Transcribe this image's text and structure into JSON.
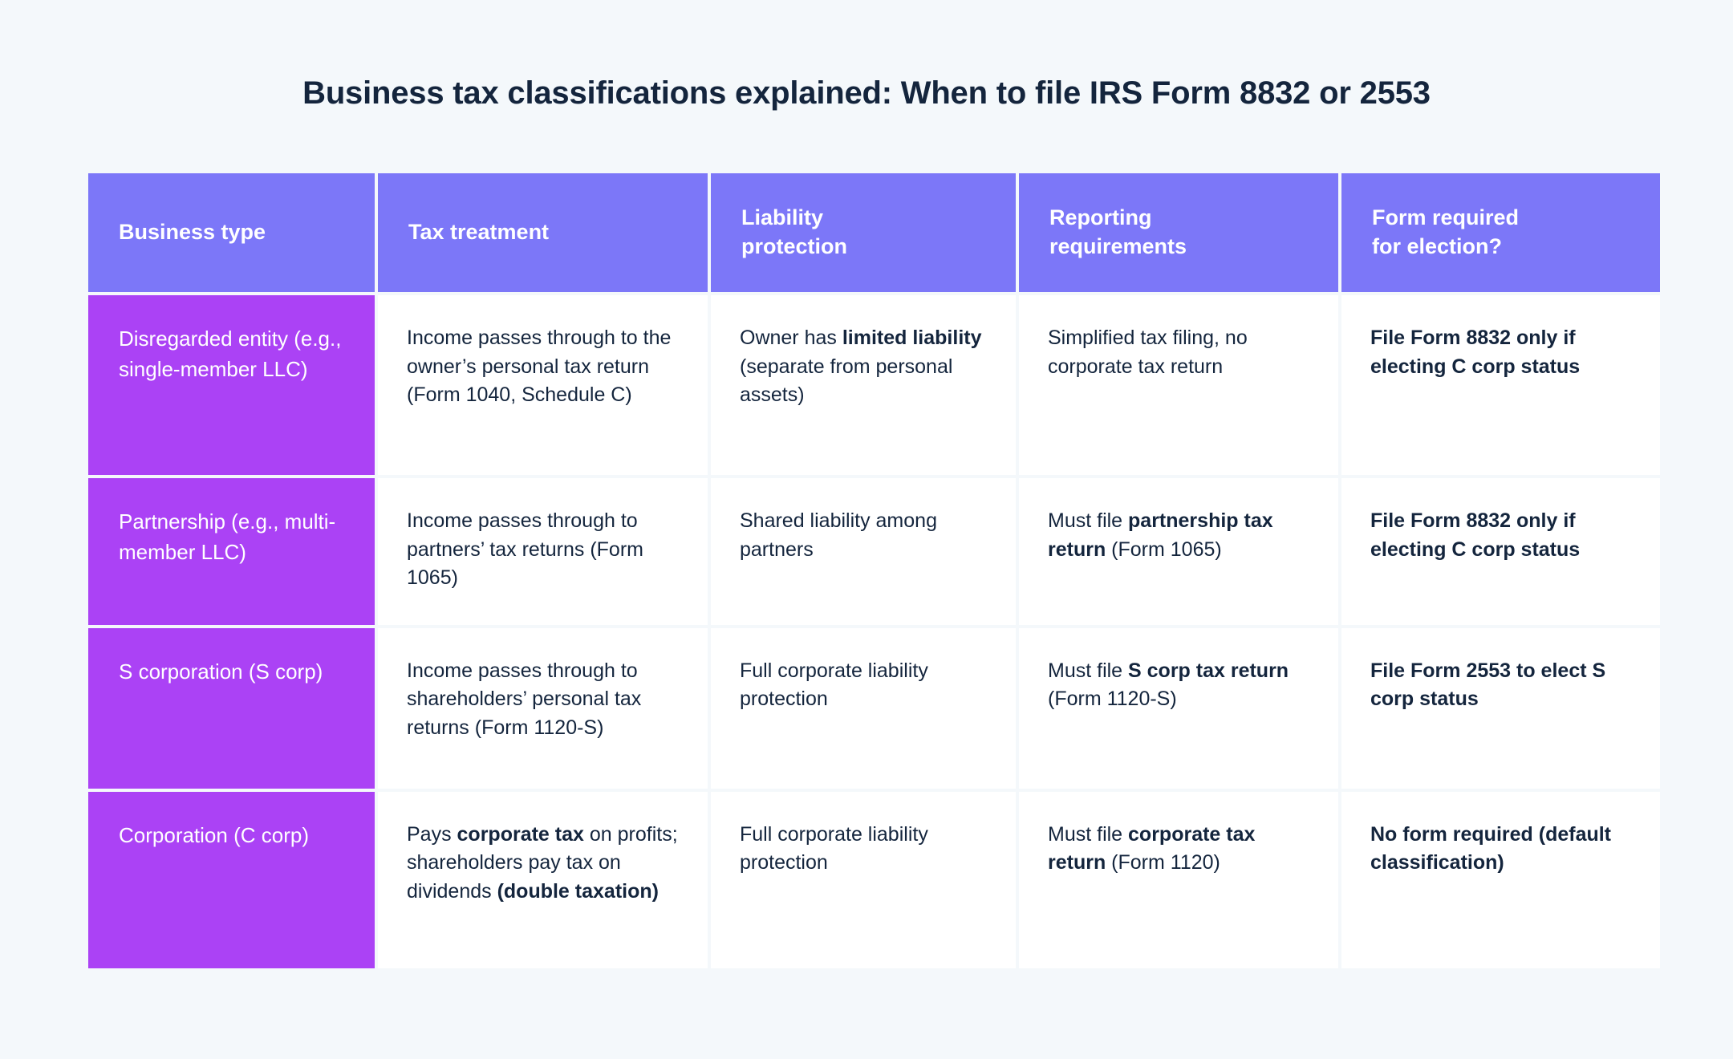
{
  "theme": {
    "background": "#f4f8fb",
    "header_purple": "#7c77f8",
    "row_label_violet": "#ab42f5",
    "text_navy": "#14253d",
    "cell_white": "#ffffff"
  },
  "page": {
    "title": "Business tax classifications explained: When to file IRS Form 8832 or 2553"
  },
  "table": {
    "headers": [
      "Business type",
      "Tax treatment",
      "Liability\nprotection",
      "Reporting\nrequirements",
      "Form required\nfor election?"
    ],
    "rows": [
      {
        "business_type": "Disregarded entity (e.g., single-member LLC)",
        "tax_treatment_html": "Income passes through to the owner’s personal tax return (Form 1040, Schedule C)",
        "liability_protection_html": "Owner has <b>limited liability</b> (separate from personal assets)",
        "reporting_requirements_html": "Simplified tax filing, no corporate tax return",
        "form_required_html": "File Form 8832 only if electing C corp status"
      },
      {
        "business_type": "Partnership (e.g., multi-member LLC)",
        "tax_treatment_html": "Income passes through to partners’ tax returns (Form 1065)",
        "liability_protection_html": "Shared liability among partners",
        "reporting_requirements_html": "Must file <b>partnership tax return</b> (Form 1065)",
        "form_required_html": "File Form 8832 only if electing C corp status"
      },
      {
        "business_type": "S corporation (S corp)",
        "tax_treatment_html": "Income passes through to shareholders’ personal tax returns (Form 1120-S)",
        "liability_protection_html": "Full corporate liability protection",
        "reporting_requirements_html": "Must file <b>S corp tax return</b> (Form 1120-S)",
        "form_required_html": "File Form 2553 to elect S corp status"
      },
      {
        "business_type": "Corporation (C corp)",
        "tax_treatment_html": "Pays <b>corporate tax</b> on profits; shareholders pay tax on dividends <b>(double taxation)</b>",
        "liability_protection_html": "Full corporate liability protection",
        "reporting_requirements_html": "Must file <b>corporate tax return</b> (Form 1120)",
        "form_required_html": "No form required (default classification)"
      }
    ]
  }
}
